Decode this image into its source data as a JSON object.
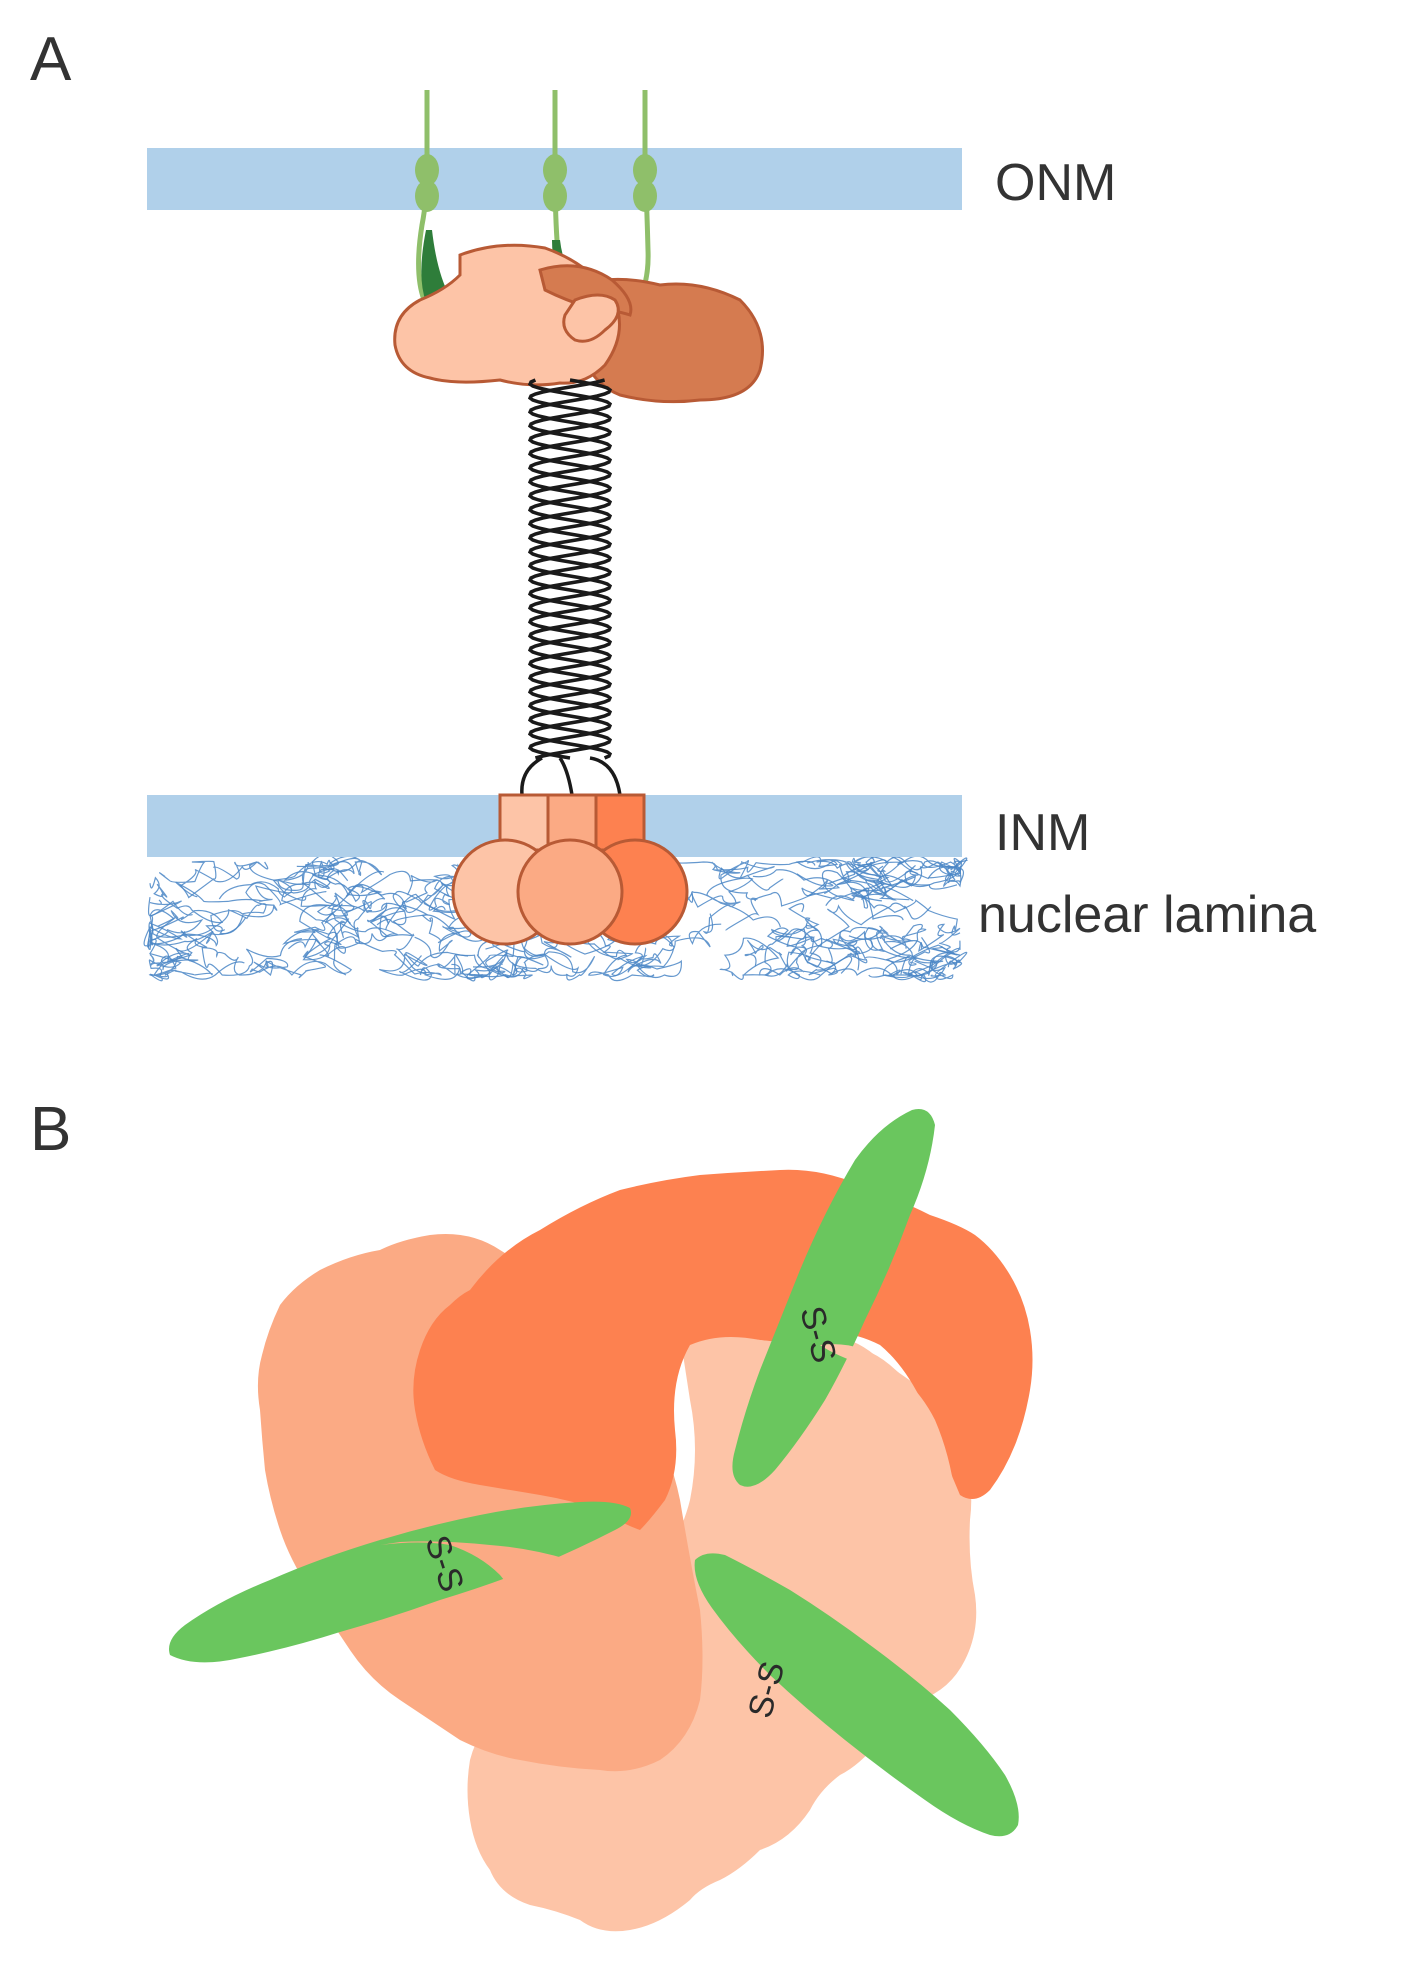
{
  "panels": {
    "a": {
      "label": "A",
      "membranes": {
        "outer": "ONM",
        "inner": "INM",
        "lamina": "nuclear lamina"
      }
    },
    "b": {
      "label": "B",
      "disulfide_labels": [
        "S-S",
        "S-S",
        "S-S"
      ]
    }
  },
  "colors": {
    "membrane": "#b0d0ea",
    "lamina_mesh": "#4a86c5",
    "kash_green": "#6ac65e",
    "kash_dark_green": "#2e7d3a",
    "kash_light_green": "#8fbf6a",
    "sun_light": "#fdc4a7",
    "sun_mid": "#fbaa84",
    "sun_orange": "#fd8150",
    "sun_brown": "#d57b50",
    "outline": "#b85a35",
    "coil": "#1a1a1a"
  }
}
